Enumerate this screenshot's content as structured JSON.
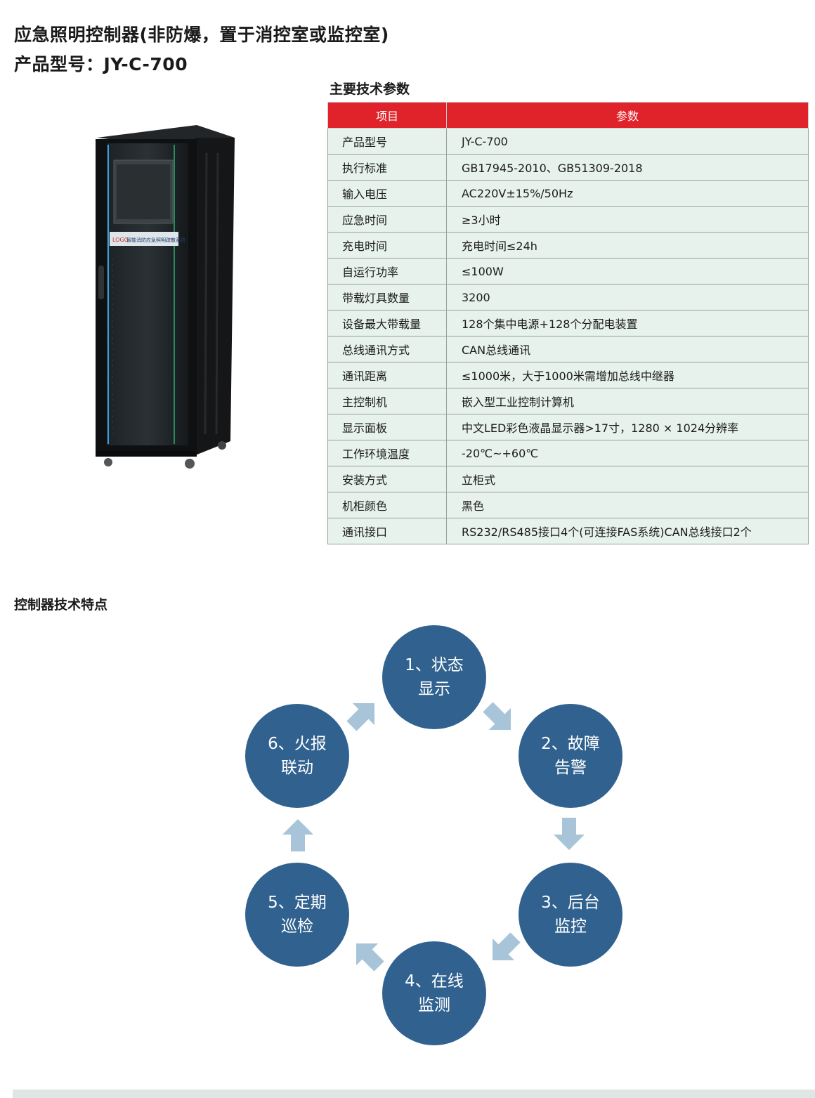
{
  "header": {
    "title": "应急照明控制器(非防爆，置于消控室或监控室)",
    "model_line": "产品型号：JY-C-700"
  },
  "cabinet": {
    "label": "智能消防应急照明疏散系统",
    "brand": "LOGO"
  },
  "specs": {
    "heading": "主要技术参数",
    "columns": [
      "项目",
      "参数"
    ],
    "rows": [
      {
        "item": "产品型号",
        "value": "JY-C-700"
      },
      {
        "item": "执行标准",
        "value": "GB17945-2010、GB51309-2018"
      },
      {
        "item": "输入电压",
        "value": "AC220V±15%/50Hz"
      },
      {
        "item": "应急时间",
        "value": "≥3小时"
      },
      {
        "item": "充电时间",
        "value": "充电时间≤24h"
      },
      {
        "item": "自运行功率",
        "value": "≤100W"
      },
      {
        "item": "带载灯具数量",
        "value": "3200"
      },
      {
        "item": "设备最大带载量",
        "value": "128个集中电源+128个分配电装置"
      },
      {
        "item": "总线通讯方式",
        "value": "CAN总线通讯"
      },
      {
        "item": "通讯距离",
        "value": "≤1000米，大于1000米需增加总线中继器"
      },
      {
        "item": "主控制机",
        "value": "嵌入型工业控制计算机"
      },
      {
        "item": "显示面板",
        "value": "中文LED彩色液晶显示器>17寸，1280 × 1024分辨率"
      },
      {
        "item": "工作环境温度",
        "value": "-20℃~+60℃"
      },
      {
        "item": "安装方式",
        "value": "立柜式"
      },
      {
        "item": "机柜颜色",
        "value": "黑色"
      },
      {
        "item": "通讯接口",
        "value": "RS232/RS485接口4个(可连接FAS系统)CAN总线接口2个"
      }
    ]
  },
  "features": {
    "heading": "控制器技术特点",
    "nodes": [
      {
        "line1": "1、状态",
        "line2": "显示"
      },
      {
        "line1": "2、故障",
        "line2": "告警"
      },
      {
        "line1": "3、后台",
        "line2": "监控"
      },
      {
        "line1": "4、在线",
        "line2": "监测"
      },
      {
        "line1": "5、定期",
        "line2": "巡检"
      },
      {
        "line1": "6、火报",
        "line2": "联动"
      }
    ],
    "node_color": "#31628f",
    "arrow_color": "#a8c4d8"
  },
  "colors": {
    "table_header": "#e0232b",
    "table_body": "#e7f2ec",
    "footer_bar": "#dfe7e4"
  }
}
